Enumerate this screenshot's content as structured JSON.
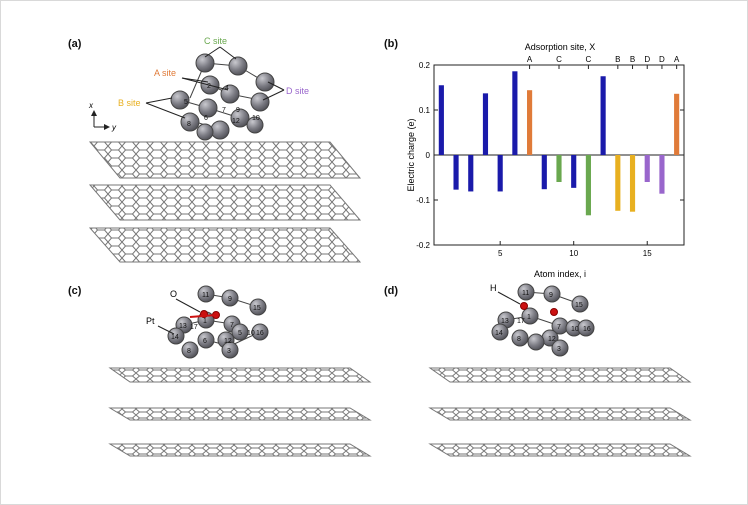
{
  "panels": {
    "a": {
      "label": "(a)",
      "axes": {
        "x": "x",
        "y": "y"
      },
      "site_labels": [
        {
          "text": "C site",
          "color": "#6aa84f"
        },
        {
          "text": "A site",
          "color": "#e07b39"
        },
        {
          "text": "B site",
          "color": "#e8b020"
        },
        {
          "text": "D site",
          "color": "#9966cc"
        }
      ],
      "atom_numbers": [
        "2",
        "4",
        "5",
        "6",
        "7",
        "8",
        "9",
        "10",
        "12"
      ]
    },
    "b": {
      "label": "(b)"
    },
    "c": {
      "label": "(c)",
      "annotations": [
        "O",
        "Pt"
      ],
      "atom_numbers": [
        "11",
        "9",
        "15",
        "13",
        "14",
        "17",
        "1",
        "7",
        "5",
        "10",
        "16",
        "12",
        "3",
        "6",
        "8"
      ]
    },
    "d": {
      "label": "(d)",
      "annotations": [
        "H"
      ],
      "atom_numbers": [
        "11",
        "9",
        "15",
        "13",
        "17",
        "1",
        "14",
        "7",
        "12",
        "10",
        "16",
        "3",
        "8"
      ]
    }
  },
  "chart_data": {
    "type": "bar",
    "top_axis_label": "Adsorption site, X",
    "xlabel": "Atom index, i",
    "ylabel": "Electric charge (e)",
    "xlim": [
      0.5,
      17.5
    ],
    "ylim": [
      -0.2,
      0.2
    ],
    "xticks": [
      5,
      10,
      15
    ],
    "yticks": [
      -0.2,
      -0.1,
      0,
      0.1,
      0.2
    ],
    "top_labels": [
      {
        "atom": 7,
        "site": "A"
      },
      {
        "atom": 9,
        "site": "C"
      },
      {
        "atom": 11,
        "site": "C"
      },
      {
        "atom": 13,
        "site": "B"
      },
      {
        "atom": 14,
        "site": "B"
      },
      {
        "atom": 15,
        "site": "D"
      },
      {
        "atom": 16,
        "site": "D"
      },
      {
        "atom": 17,
        "site": "A"
      }
    ],
    "colors": {
      "none": "#1a1aaa",
      "A": "#e07b39",
      "B": "#e8b020",
      "C": "#6aa84f",
      "D": "#9966cc"
    },
    "bars": [
      {
        "atom": 1,
        "value": 0.155,
        "site": "none"
      },
      {
        "atom": 2,
        "value": -0.077,
        "site": "none"
      },
      {
        "atom": 3,
        "value": -0.081,
        "site": "none"
      },
      {
        "atom": 4,
        "value": 0.137,
        "site": "none"
      },
      {
        "atom": 5,
        "value": -0.081,
        "site": "none"
      },
      {
        "atom": 6,
        "value": 0.186,
        "site": "none"
      },
      {
        "atom": 7,
        "value": 0.144,
        "site": "A"
      },
      {
        "atom": 8,
        "value": -0.076,
        "site": "none"
      },
      {
        "atom": 9,
        "value": -0.06,
        "site": "C"
      },
      {
        "atom": 10,
        "value": -0.073,
        "site": "none"
      },
      {
        "atom": 11,
        "value": -0.134,
        "site": "C"
      },
      {
        "atom": 12,
        "value": 0.175,
        "site": "none"
      },
      {
        "atom": 13,
        "value": -0.124,
        "site": "B"
      },
      {
        "atom": 14,
        "value": -0.126,
        "site": "B"
      },
      {
        "atom": 15,
        "value": -0.06,
        "site": "D"
      },
      {
        "atom": 16,
        "value": -0.086,
        "site": "D"
      },
      {
        "atom": 17,
        "value": 0.136,
        "site": "A"
      }
    ]
  }
}
